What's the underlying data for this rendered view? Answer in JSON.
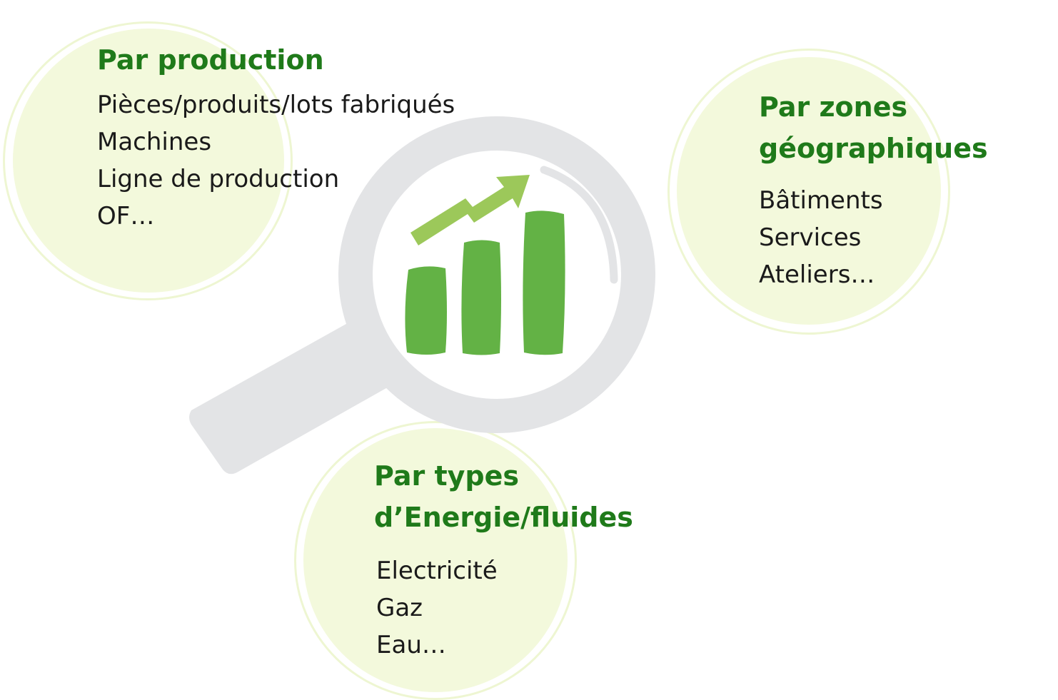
{
  "colors": {
    "title_green": "#1f7a1a",
    "bar_green": "#63b245",
    "arrow_green": "#9cc85a",
    "blob_fill": "#f3f9dc",
    "lens_gray": "#e3e4e6",
    "text": "#1a1a1a"
  },
  "icons": {
    "center": "magnifier-chart-icon"
  },
  "groups": {
    "production": {
      "title": "Par production",
      "items": [
        "Pièces/produits/lots fabriqués",
        "Machines",
        "Ligne de production",
        "OF…"
      ]
    },
    "zones": {
      "title_line1": "Par zones",
      "title_line2": "géographiques",
      "items": [
        "Bâtiments",
        "Services",
        "Ateliers…"
      ]
    },
    "energy": {
      "title_line1": "Par types",
      "title_line2": "d’Energie/fluides",
      "items": [
        "Electricité",
        "Gaz",
        "Eau…"
      ]
    }
  }
}
